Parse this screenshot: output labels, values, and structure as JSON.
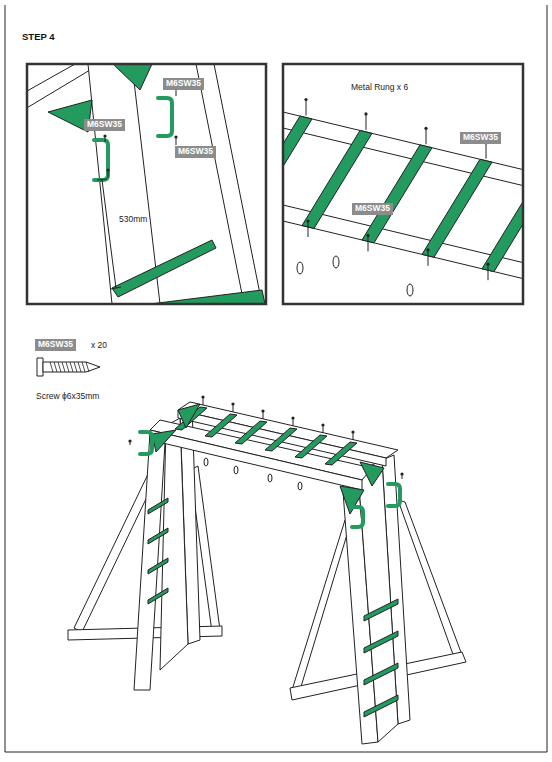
{
  "diagram": {
    "title": "STEP 4",
    "labels": [
      "M6SW35",
      "M6SW35",
      "M6SW35",
      "530mm",
      "Metal Rung x 6",
      "M6SW35",
      "M6SW35",
      "M6SW35",
      "x 20",
      "Screw ϕ6x35mm"
    ]
  }
}
